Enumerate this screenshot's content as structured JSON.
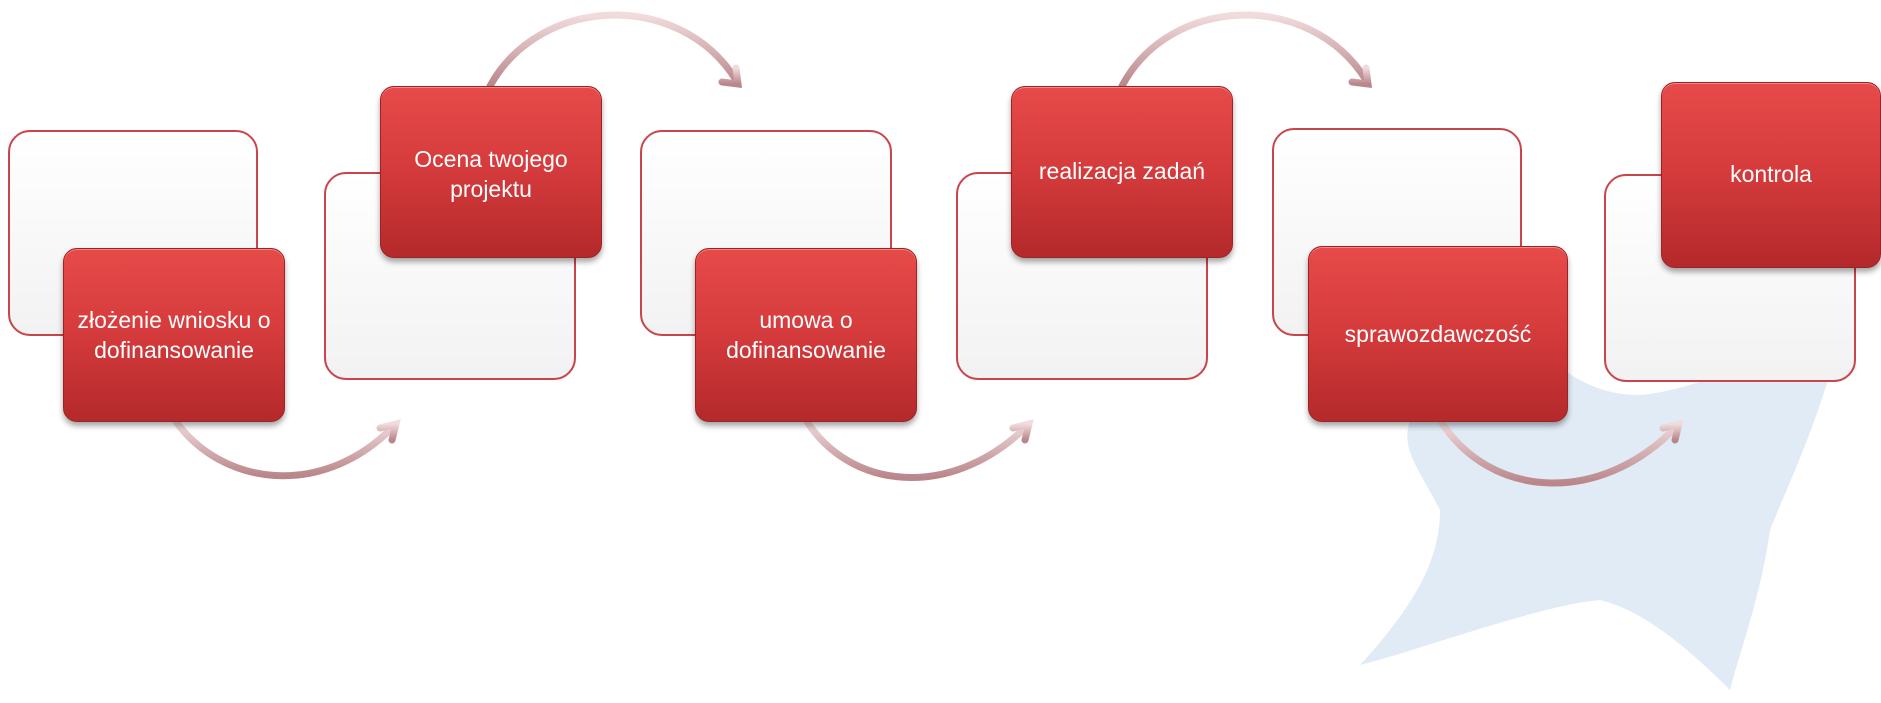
{
  "diagram": {
    "colors": {
      "step_fill": "#d73c3d",
      "panel_border": "#c9444b",
      "panel_fill": "#f5f5f5",
      "arrow": "#c9959a",
      "watermark": "#dce7f3"
    },
    "watermark_icon": "star-shape-icon",
    "steps": [
      {
        "label": "złożenie wniosku o dofinansowanie"
      },
      {
        "label": "Ocena twojego projektu"
      },
      {
        "label": "umowa o dofinansowanie"
      },
      {
        "label": "realizacja zadań"
      },
      {
        "label": "sprawozdawczość"
      },
      {
        "label": "kontrola"
      }
    ]
  }
}
